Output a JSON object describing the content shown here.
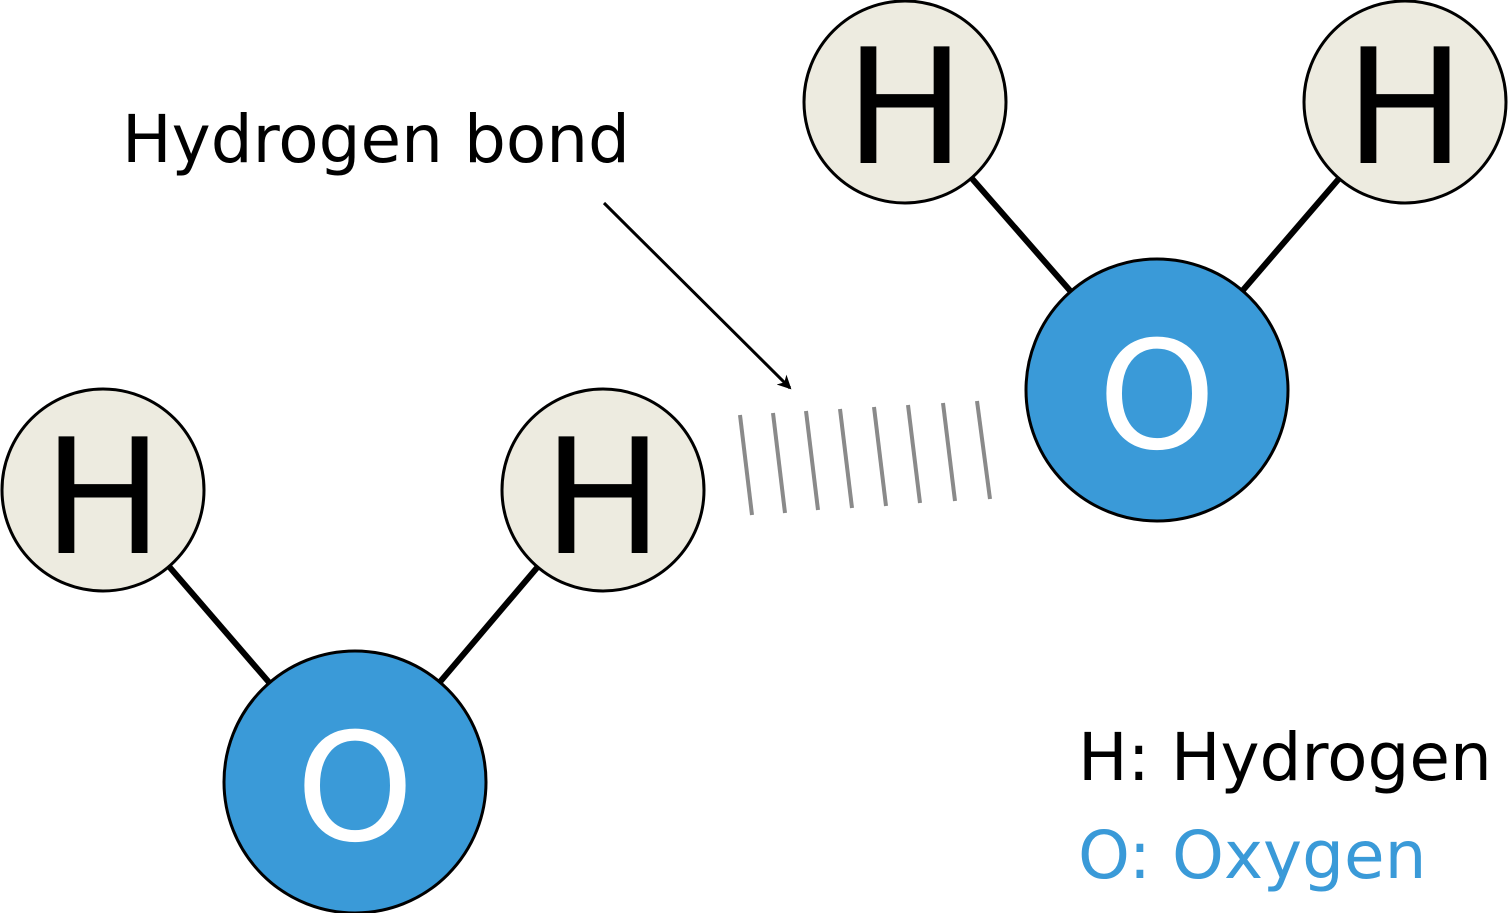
{
  "diagram": {
    "annotation": "Hydrogen bond",
    "atoms": {
      "hydrogen_symbol": "H",
      "oxygen_symbol": "O"
    },
    "legend": {
      "hydrogen": "H: Hydrogen",
      "oxygen": "O: Oxygen"
    }
  },
  "colors": {
    "hydrogen_fill": "#edebe0",
    "oxygen_fill": "#3a9ad8",
    "oxygen_text": "#ffffff",
    "outline": "#000000",
    "hbond_dash": "#8a8a8a",
    "legend_oxygen": "#3a9ad8"
  }
}
